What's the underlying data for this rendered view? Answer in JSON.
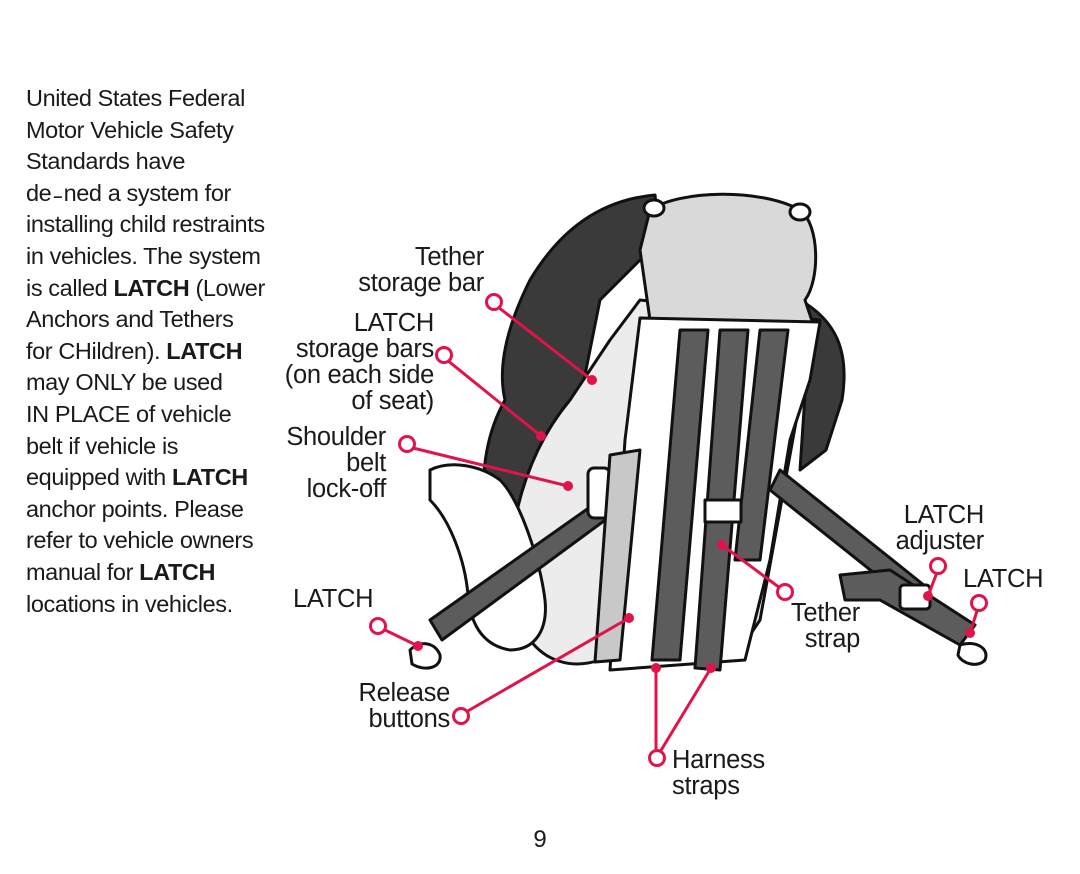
{
  "intro": {
    "l1": "United States Federal",
    "l2": "Motor Vehicle Safety",
    "l3": "Standards have",
    "l4": "de ̵ ned a system for",
    "l5": "installing child restraints",
    "l6": "in vehicles. The system",
    "l7a": "is called ",
    "l7b": "LATCH",
    "l7c": " (Lower",
    "l8": "Anchors and Tethers",
    "l9a": "for CHildren). ",
    "l9b": "LATCH",
    "l10": "may ONLY be used",
    "l11": "IN PLACE of vehicle",
    "l12": "belt if vehicle is",
    "l13a": "equipped with ",
    "l13b": "LATCH",
    "l14": "anchor points. Please",
    "l15": "refer to vehicle owners",
    "l16a": "manual for ",
    "l16b": "LATCH",
    "l17": "locations in vehicles."
  },
  "labels": {
    "tether_storage_bar": [
      "Tether",
      "storage bar"
    ],
    "latch_storage_bars": [
      "LATCH",
      "storage bars",
      "(on each side",
      "of seat)"
    ],
    "shoulder_belt_lockoff": [
      "Shoulder",
      "belt",
      "lock-off"
    ],
    "latch_left": "LATCH",
    "release_buttons": [
      "Release",
      "buttons"
    ],
    "latch_adjuster": [
      "LATCH",
      "adjuster"
    ],
    "latch_right": "LATCH",
    "tether_strap": [
      "Tether",
      "strap"
    ],
    "harness_straps": [
      "Harness",
      "straps"
    ]
  },
  "page_number": "9",
  "colors": {
    "callout": "#e0134a",
    "seat_dark": "#3a3a3a",
    "seat_shell": "#e9e9e9",
    "strap": "#5c5c5c",
    "outline": "#111111"
  }
}
